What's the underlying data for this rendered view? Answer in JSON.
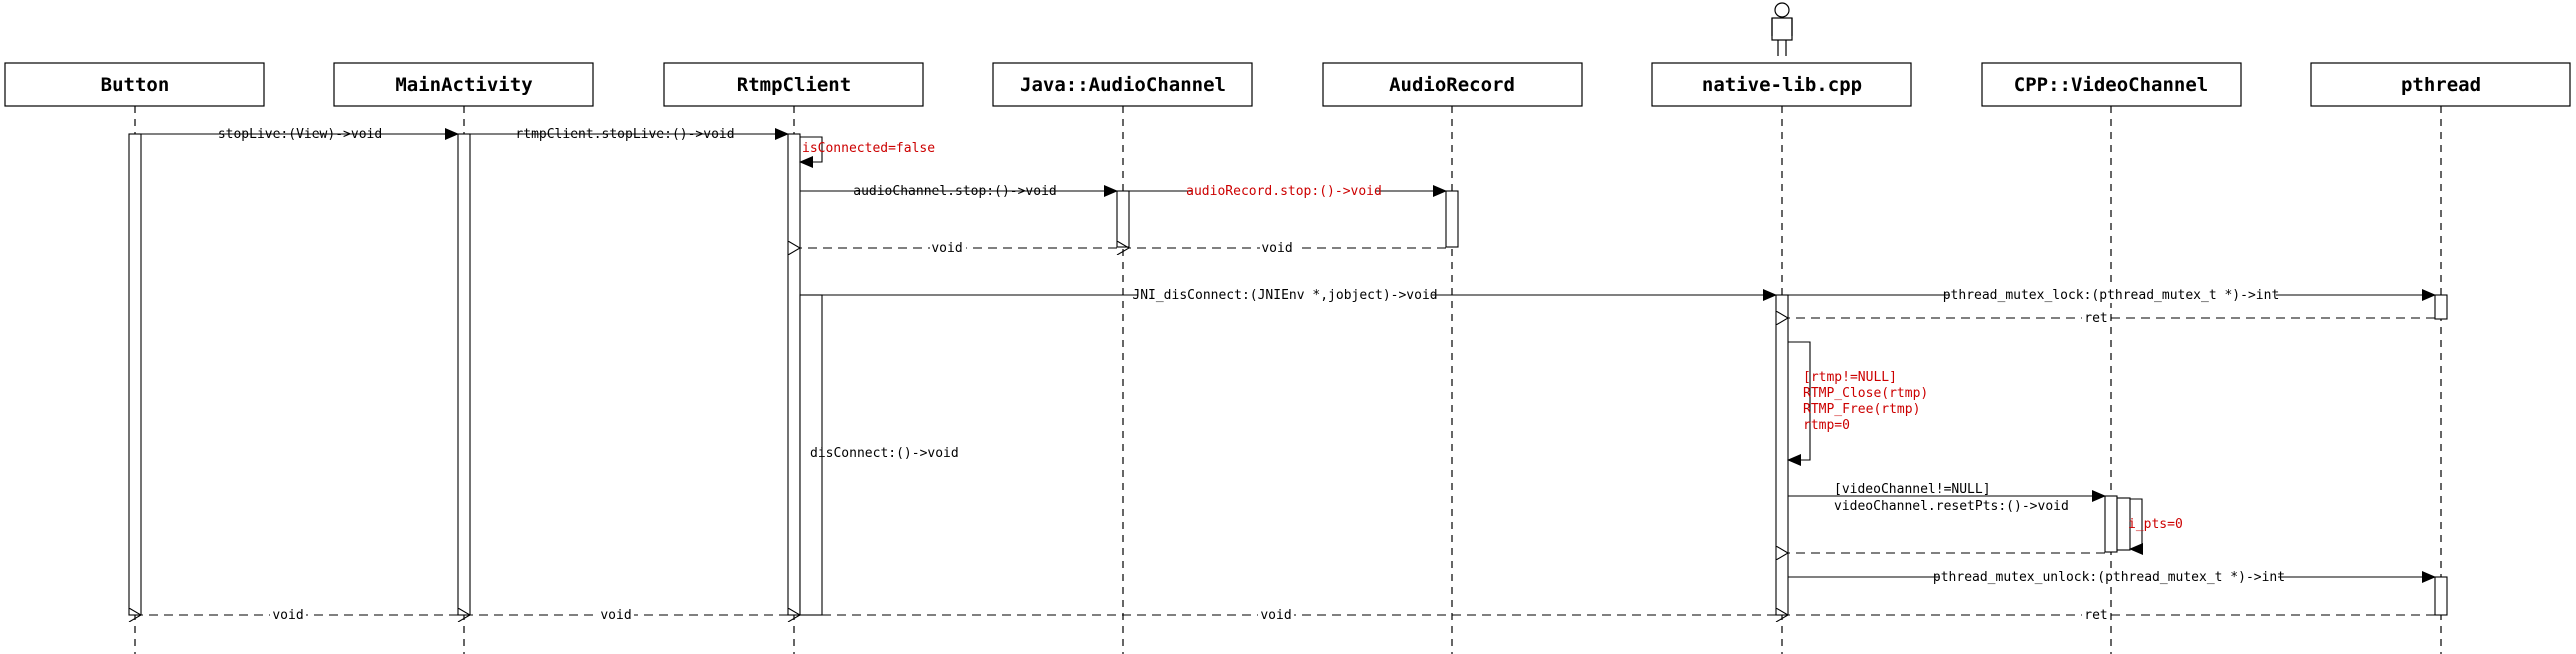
{
  "diagram": {
    "participants": [
      {
        "id": "button",
        "name": "Button"
      },
      {
        "id": "mainactivity",
        "name": "MainActivity"
      },
      {
        "id": "rtmpclient",
        "name": "RtmpClient"
      },
      {
        "id": "audiochannel",
        "name": "Java::AudioChannel"
      },
      {
        "id": "audiorecord",
        "name": "AudioRecord"
      },
      {
        "id": "nativelib",
        "name": "native-lib.cpp",
        "actor": true
      },
      {
        "id": "videochannel",
        "name": "CPP::VideoChannel"
      },
      {
        "id": "pthread",
        "name": "pthread"
      }
    ],
    "messages": [
      {
        "id": "m1",
        "from": "button",
        "to": "mainactivity",
        "label": "stopLive:(View)->void",
        "kind": "sync"
      },
      {
        "id": "m2",
        "from": "mainactivity",
        "to": "rtmpclient",
        "label": "rtmpClient.stopLive:()->void",
        "kind": "sync"
      },
      {
        "id": "m3",
        "from": "rtmpclient",
        "to": "rtmpclient",
        "label": "isConnected=false",
        "kind": "self",
        "color": "#cc0000"
      },
      {
        "id": "m4",
        "from": "rtmpclient",
        "to": "audiochannel",
        "label": "audioChannel.stop:()->void",
        "kind": "sync"
      },
      {
        "id": "m5",
        "from": "audiochannel",
        "to": "audiorecord",
        "label": "audioRecord.stop:()->void",
        "kind": "sync",
        "color": "#cc0000"
      },
      {
        "id": "m6",
        "from": "audiorecord",
        "to": "audiochannel",
        "label": "void",
        "kind": "return"
      },
      {
        "id": "m7",
        "from": "audiochannel",
        "to": "rtmpclient",
        "label": "void",
        "kind": "return"
      },
      {
        "id": "m8",
        "from": "rtmpclient",
        "to": "nativelib",
        "label": "JNI_disConnect:(JNIEnv *,jobject)->void",
        "kind": "sync"
      },
      {
        "id": "m9",
        "from": "nativelib",
        "to": "pthread",
        "label": "pthread_mutex_lock:(pthread_mutex_t *)->int",
        "kind": "sync"
      },
      {
        "id": "m10",
        "from": "pthread",
        "to": "nativelib",
        "label": "ret",
        "kind": "return"
      },
      {
        "id": "m11",
        "from": "nativelib",
        "to": "nativelib",
        "lines": [
          "[rtmp!=NULL]",
          "RTMP_Close(rtmp)",
          "RTMP_Free(rtmp)",
          "rtmp=0"
        ],
        "kind": "self",
        "color": "#cc0000"
      },
      {
        "id": "m12",
        "from": "nativelib",
        "to": "videochannel",
        "lines": [
          "[videoChannel!=NULL]",
          "videoChannel.resetPts:()->void"
        ],
        "kind": "sync"
      },
      {
        "id": "m13",
        "from": "videochannel",
        "to": "videochannel",
        "label": "i_pts=0",
        "kind": "self",
        "color": "#cc0000"
      },
      {
        "id": "m14",
        "from": "videochannel",
        "to": "nativelib",
        "label": "",
        "kind": "return"
      },
      {
        "id": "m15",
        "from": "nativelib",
        "to": "pthread",
        "label": "pthread_mutex_unlock:(pthread_mutex_t *)->int",
        "kind": "sync"
      },
      {
        "id": "m16",
        "from": "pthread",
        "to": "nativelib",
        "label": "ret",
        "kind": "return"
      },
      {
        "id": "m17",
        "from": "nativelib",
        "to": "rtmpclient",
        "label": "void",
        "kind": "return"
      },
      {
        "id": "m18",
        "from": "rtmpclient",
        "to": "mainactivity",
        "label": "void",
        "kind": "return"
      },
      {
        "id": "m19",
        "from": "mainactivity",
        "to": "button",
        "label": "void",
        "kind": "return"
      }
    ],
    "fragments": [
      {
        "id": "f1",
        "label": "disConnect:()->void"
      }
    ]
  }
}
